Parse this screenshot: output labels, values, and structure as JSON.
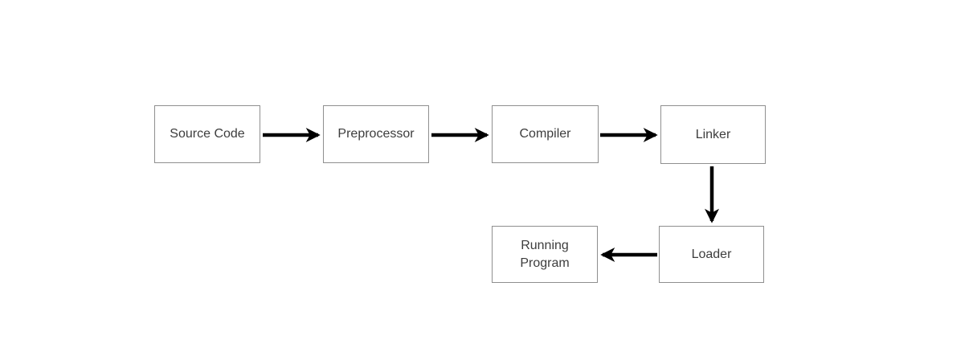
{
  "diagram": {
    "type": "flowchart",
    "nodes": [
      {
        "id": "source-code",
        "label": "Source Code"
      },
      {
        "id": "preprocessor",
        "label": "Preprocessor"
      },
      {
        "id": "compiler",
        "label": "Compiler"
      },
      {
        "id": "linker",
        "label": "Linker"
      },
      {
        "id": "loader",
        "label": "Loader"
      },
      {
        "id": "running-program",
        "label": "Running Program"
      }
    ],
    "edges": [
      {
        "from": "Source Code",
        "to": "Preprocessor",
        "direction": "right"
      },
      {
        "from": "Preprocessor",
        "to": "Compiler",
        "direction": "right"
      },
      {
        "from": "Compiler",
        "to": "Linker",
        "direction": "right"
      },
      {
        "from": "Linker",
        "to": "Loader",
        "direction": "down"
      },
      {
        "from": "Loader",
        "to": "Running Program",
        "direction": "left"
      }
    ],
    "colors": {
      "background": "#ffffff",
      "box_fill": "#ffffff",
      "box_border": "#8f8f8f",
      "text": "#3d3d3d",
      "arrow": "#000000"
    }
  }
}
